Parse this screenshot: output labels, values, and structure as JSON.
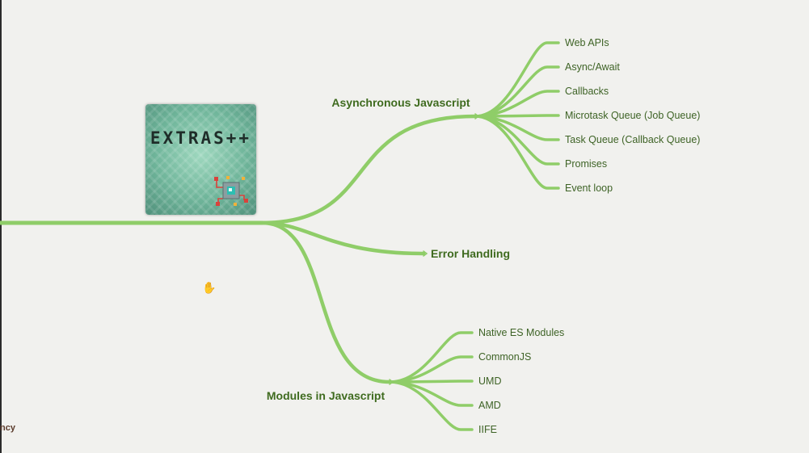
{
  "root_image": {
    "title": "EXTRAS++"
  },
  "partial_label": "ncy",
  "branches": [
    {
      "label": "Asynchronous Javascript",
      "children": [
        "Web APIs",
        "Async/Await",
        "Callbacks",
        "Microtask Queue (Job Queue)",
        "Task Queue (Callback Queue)",
        "Promises",
        "Event loop"
      ]
    },
    {
      "label": "Error Handling",
      "children": []
    },
    {
      "label": "Modules in Javascript",
      "children": [
        "Native ES Modules",
        "CommonJS",
        "UMD",
        "AMD",
        "IIFE"
      ]
    }
  ],
  "colors": {
    "edge": "#8fcd68",
    "label": "#3f6b1f",
    "background": "#f1f1ee"
  },
  "icons": [
    "hand-cursor-icon"
  ]
}
